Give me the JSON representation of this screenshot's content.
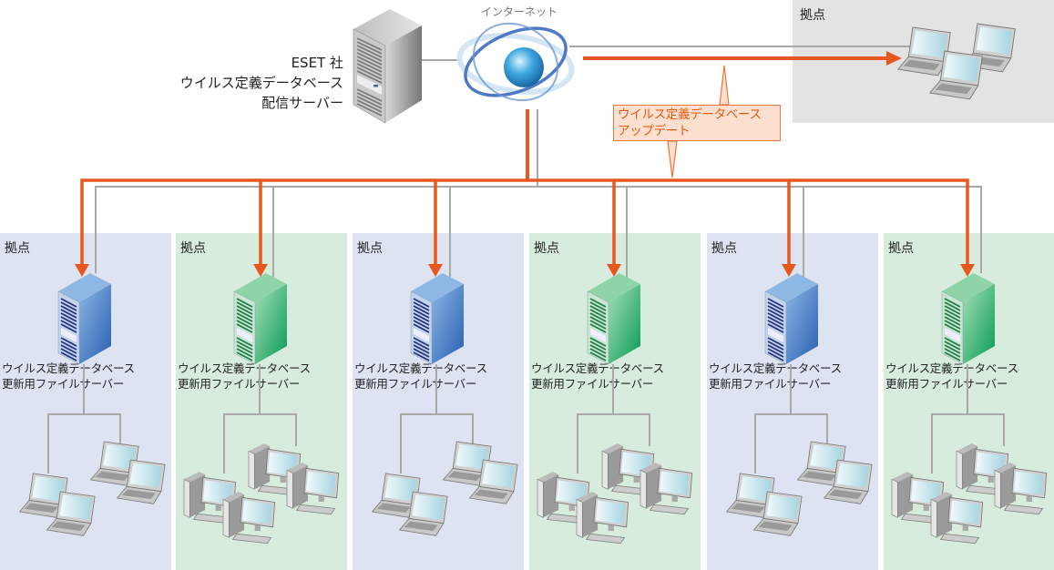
{
  "diagram": {
    "title": "ESETウイルス定義データベース配信構成",
    "source_server": {
      "label_lines": [
        "ESET 社",
        "ウイルス定義データベース",
        "配信サーバー"
      ],
      "icon": "tower-server-gray-icon"
    },
    "internet": {
      "label": "インターネット",
      "icon": "globe-orbit-icon"
    },
    "callout": {
      "lines": [
        "ウイルス定義データベース",
        "アップデート"
      ]
    },
    "hq_site": {
      "label": "拠点",
      "devices": [
        "laptop",
        "laptop",
        "laptop"
      ]
    },
    "sites": [
      {
        "label": "拠点",
        "theme": "blue",
        "server_lines": [
          "ウイルス定義データベース",
          "更新用ファイルサーバー"
        ],
        "client_type": "laptop"
      },
      {
        "label": "拠点",
        "theme": "green",
        "server_lines": [
          "ウイルス定義データベース",
          "更新用ファイルサーバー"
        ],
        "client_type": "desktop"
      },
      {
        "label": "拠点",
        "theme": "blue",
        "server_lines": [
          "ウイルス定義データベース",
          "更新用ファイルサーバー"
        ],
        "client_type": "laptop"
      },
      {
        "label": "拠点",
        "theme": "green",
        "server_lines": [
          "ウイルス定義データベース",
          "更新用ファイルサーバー"
        ],
        "client_type": "desktop"
      },
      {
        "label": "拠点",
        "theme": "blue",
        "server_lines": [
          "ウイルス定義データベース",
          "更新用ファイルサーバー"
        ],
        "client_type": "laptop"
      },
      {
        "label": "拠点",
        "theme": "green",
        "server_lines": [
          "ウイルス定義データベース",
          "更新用ファイルサーバー"
        ],
        "client_type": "desktop"
      }
    ],
    "colors": {
      "update_arrow": "#e8581e",
      "network_line": "#a8a8a8",
      "blue_site_bg": "#dee3f2",
      "green_site_bg": "#d8ecdd",
      "hq_site_bg": "#e4e3e4",
      "callout_bg": "#fbe0cf",
      "callout_text": "#e65a14"
    }
  }
}
